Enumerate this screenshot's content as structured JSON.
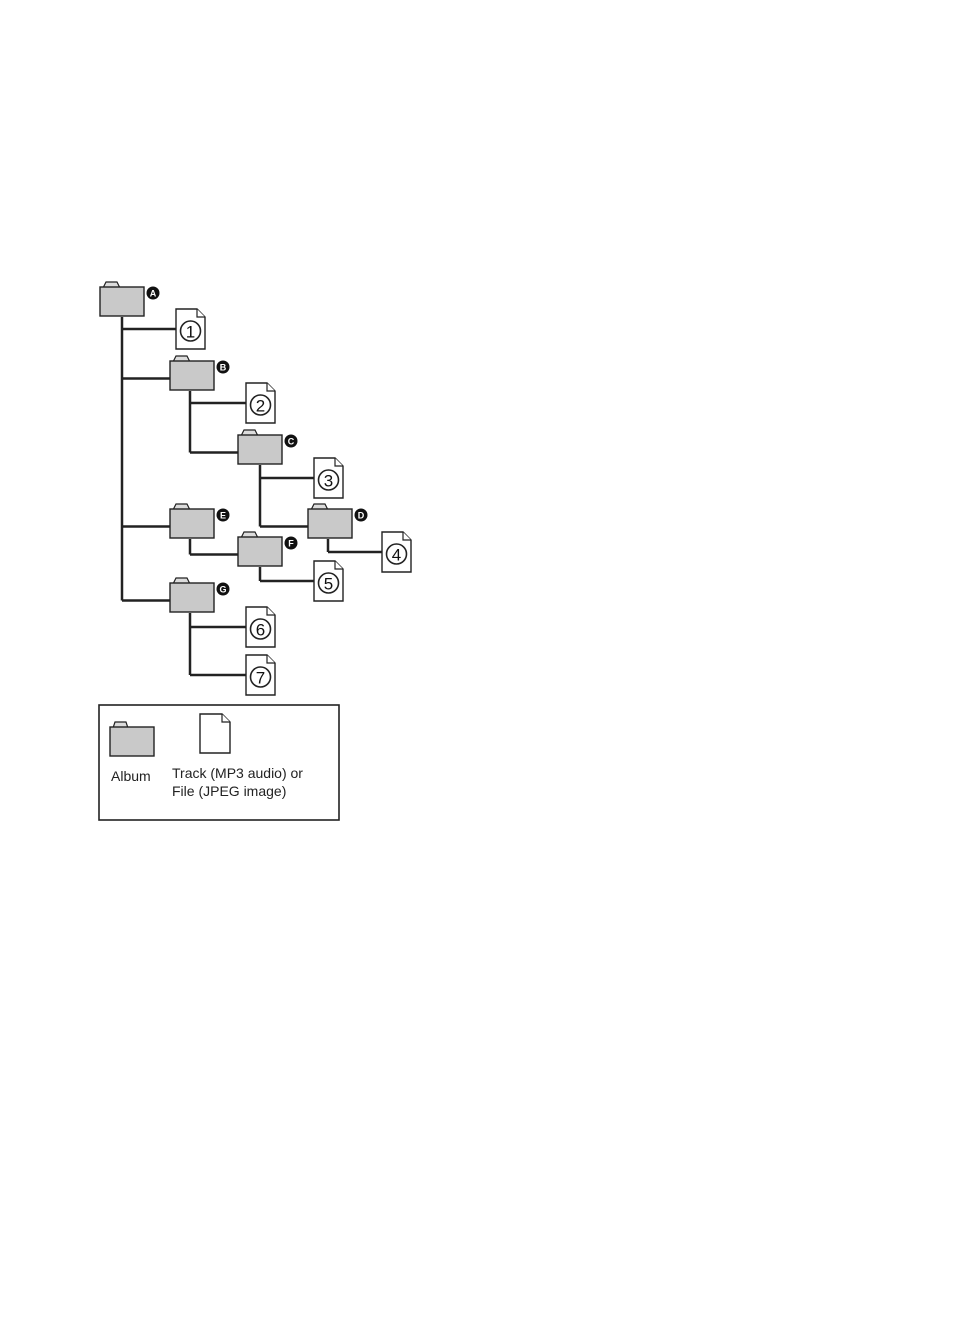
{
  "albums": [
    {
      "id": "A",
      "label": "A"
    },
    {
      "id": "B",
      "label": "B"
    },
    {
      "id": "C",
      "label": "C"
    },
    {
      "id": "D",
      "label": "D"
    },
    {
      "id": "E",
      "label": "E"
    },
    {
      "id": "F",
      "label": "F"
    },
    {
      "id": "G",
      "label": "G"
    }
  ],
  "tracks": [
    {
      "id": "t1",
      "label": "1",
      "parent": "A"
    },
    {
      "id": "t2",
      "label": "2",
      "parent": "B"
    },
    {
      "id": "t3",
      "label": "3",
      "parent": "C"
    },
    {
      "id": "t4",
      "label": "4",
      "parent": "D"
    },
    {
      "id": "t5",
      "label": "5",
      "parent": "F"
    },
    {
      "id": "t6",
      "label": "6",
      "parent": "G"
    },
    {
      "id": "t7",
      "label": "7",
      "parent": "G"
    }
  ],
  "album_children": {
    "A": [
      "B",
      "E",
      "G"
    ],
    "B": [
      "C"
    ],
    "C": [
      "D"
    ],
    "E": [
      "F"
    ]
  },
  "legend": {
    "album_label": "Album",
    "track_label_line1": "Track (MP3 audio) or",
    "track_label_line2": "File (JPEG image)"
  }
}
